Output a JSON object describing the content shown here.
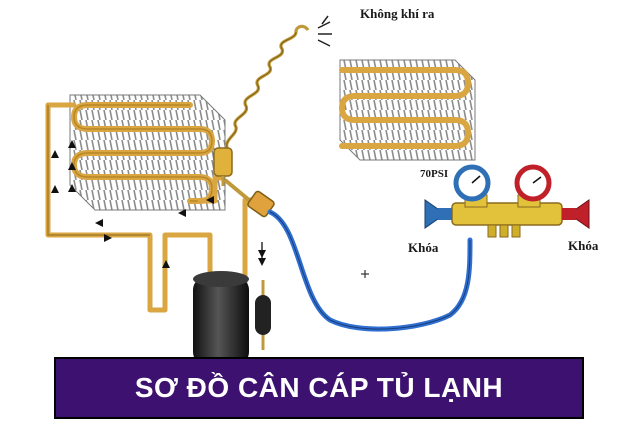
{
  "labels": {
    "air_out": "Không khí ra",
    "pressure": "70PSI",
    "lock_left": "Khóa",
    "lock_right": "Khóa"
  },
  "title": "SƠ ĐỒ CÂN CÁP TỦ LẠNH",
  "colors": {
    "banner": "#3d1170",
    "copper_pipe": "#d9a642",
    "service_hose": "#2e6fd1",
    "fins": "#9a9a9a",
    "compressor": "#222222",
    "gauge_low": "#2f6fb5",
    "gauge_high": "#c0202a",
    "manifold_body": "#e2c23a"
  }
}
